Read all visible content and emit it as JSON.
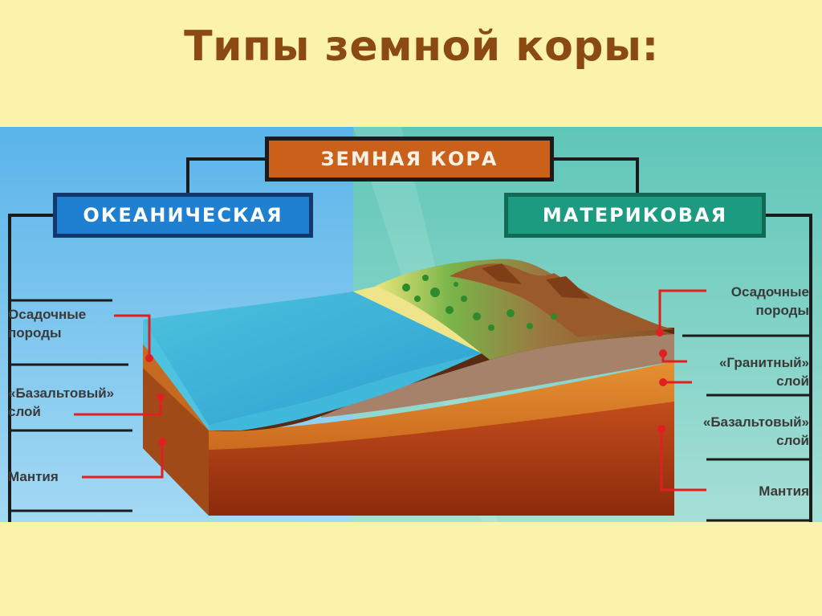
{
  "title": "Типы земной коры:",
  "diagram": {
    "root": "ЗЕМНАЯ КОРА",
    "oceanic": {
      "header": "ОКЕАНИЧЕСКАЯ",
      "layers": {
        "sedimentary": [
          "Осадочные",
          "породы"
        ],
        "basalt": [
          "«Базальтовый»",
          "слой"
        ],
        "mantle": [
          "Мантия"
        ]
      }
    },
    "continental": {
      "header": "МАТЕРИКОВАЯ",
      "layers": {
        "sedimentary": [
          "Осадочные",
          "породы"
        ],
        "granite": [
          "«Гранитный»",
          "слой"
        ],
        "basalt": [
          "«Базальтовый»",
          "слой"
        ],
        "mantle": [
          "Мантия"
        ]
      }
    }
  },
  "colors": {
    "background": "#fbf3ac",
    "title": "#8a4a12",
    "oceanic_panel": "#74c4ee",
    "continental_panel": "#7bd2c6",
    "pointer_lines": "#e02020"
  }
}
